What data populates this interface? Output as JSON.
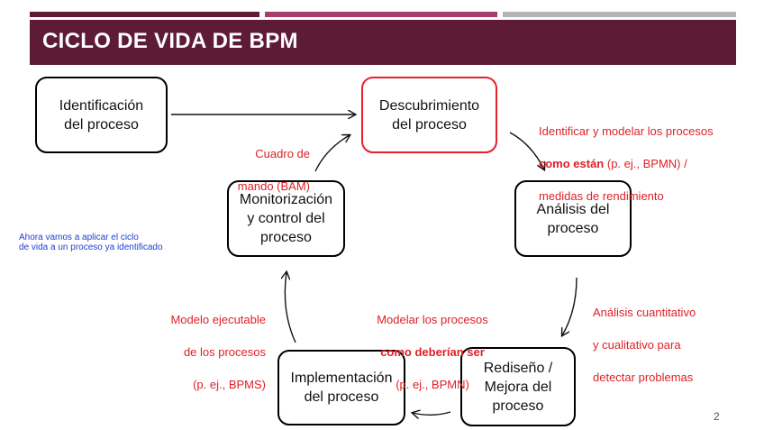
{
  "header": {
    "title": "CICLO DE VIDA DE BPM",
    "bar_colors": [
      "#5e1b36",
      "#a33d6b",
      "#b5b5b5"
    ],
    "band_color": "#5e1b36"
  },
  "boxes": {
    "identificacion": "Identificación\ndel proceso",
    "descubrimiento": "Descubrimiento\ndel proceso",
    "analisis": "Análisis del\nproceso",
    "rediseno": "Rediseño /\nMejora del\nproceso",
    "implementacion": "Implementación\ndel proceso",
    "monitorizacion": "Monitorización\ny control del\nproceso"
  },
  "annotations": {
    "descubrimiento": {
      "line1": "Identificar y modelar los procesos",
      "line2_bold": "como están",
      "line2_rest": " (p. ej., BPMN) /",
      "line3": "medidas de rendimiento"
    },
    "analisis": {
      "line1": "Análisis cuantitativo",
      "line2": "y cualitativo para",
      "line3": "detectar problemas"
    },
    "rediseno": {
      "line1": "Modelar los procesos",
      "line2_bold": "como deberían ser",
      "line3": "(p. ej., BPMN)"
    },
    "implementacion": {
      "line1": "Modelo ejecutable",
      "line2": "de los procesos",
      "line3": "(p. ej., BPMS)"
    },
    "monitorizacion": {
      "line1": "Cuadro de",
      "line2": "mando (BAM)"
    }
  },
  "note": "Ahora vamos a aplicar el ciclo\nde vida a un proceso ya identificado",
  "page_number": "2",
  "colors": {
    "annotation": "#e01f26",
    "highlight_border": "#e8202a",
    "note": "#1f3fd0"
  }
}
